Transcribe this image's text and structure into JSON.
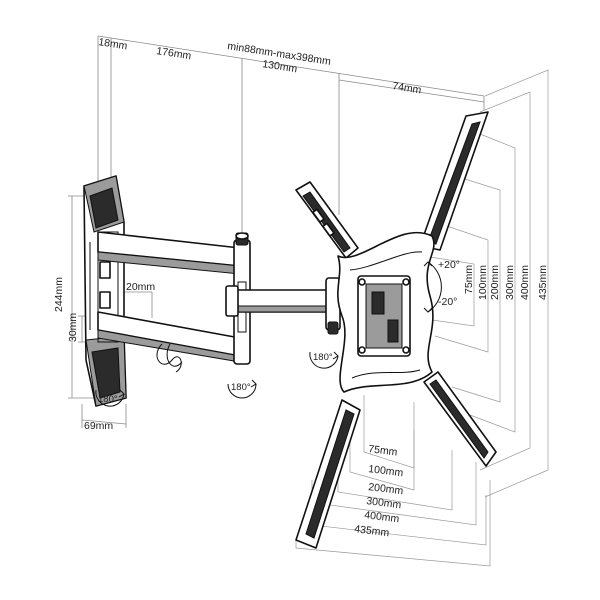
{
  "dims": {
    "top_18": "18mm",
    "top_176": "176mm",
    "top_range": "min88mm-max398mm",
    "top_130": "130mm",
    "top_74": "74mm",
    "left_244": "244mm",
    "left_30": "30mm",
    "inner_20": "20mm",
    "bottom_69": "69mm",
    "tilt_plus": "+20°",
    "tilt_minus": "-20°",
    "v75": "75mm",
    "v100": "100mm",
    "v200": "200mm",
    "v300": "300mm",
    "v400": "400mm",
    "v435": "435mm",
    "h75": "75mm",
    "h100": "100mm",
    "h200": "200mm",
    "h300": "300mm",
    "h400": "400mm",
    "h435": "435mm"
  },
  "rotations": {
    "wall_swivel": "180°",
    "mid_swivel": "180°",
    "head_swivel": "180°"
  }
}
